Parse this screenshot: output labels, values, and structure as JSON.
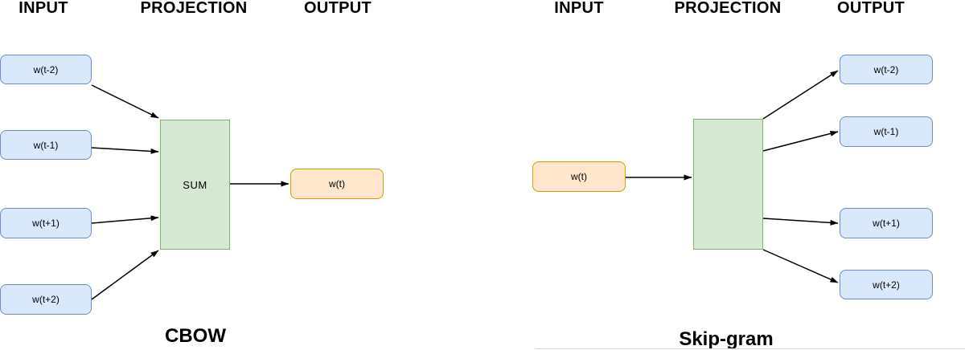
{
  "diagrams": [
    {
      "title": "CBOW",
      "headers": {
        "input": "INPUT",
        "projection": "PROJECTION",
        "output": "OUTPUT"
      },
      "input_nodes": [
        "w(t-2)",
        "w(t-1)",
        "w(t+1)",
        "w(t+2)"
      ],
      "projection_node": "SUM",
      "output_nodes": [
        "w(t)"
      ]
    },
    {
      "title": "Skip-gram",
      "headers": {
        "input": "INPUT",
        "projection": "PROJECTION",
        "output": "OUTPUT"
      },
      "input_nodes": [
        "w(t)"
      ],
      "projection_node": "",
      "output_nodes": [
        "w(t-2)",
        "w(t-1)",
        "w(t+1)",
        "w(t+2)"
      ]
    }
  ],
  "colors": {
    "context_word_fill": "#dae8fc",
    "context_word_border": "#6c8ebf",
    "projection_fill": "#d5e8d4",
    "projection_border": "#82b366",
    "center_word_fill": "#ffe6cc",
    "center_word_border": "#d79b00",
    "arrow": "#000000",
    "background": "#ffffff"
  }
}
